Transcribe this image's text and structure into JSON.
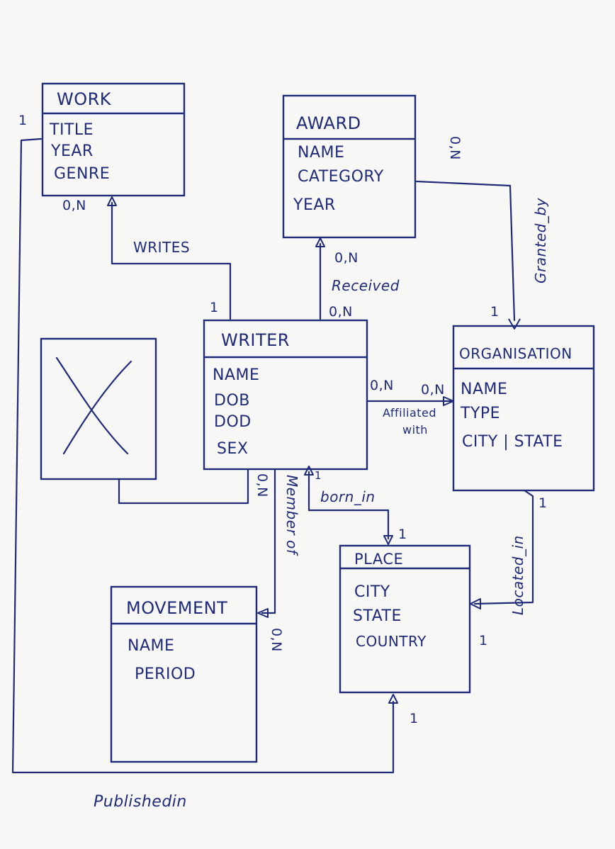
{
  "colors": {
    "ink": "#1f2a78",
    "paper": "#f7f7f5"
  },
  "entities": {
    "work": {
      "title": "WORK",
      "attributes": [
        "TITLE",
        "YEAR",
        "GENRE"
      ]
    },
    "award": {
      "title": "AWARD",
      "attributes": [
        "NAME",
        "CATEGORY",
        "YEAR"
      ]
    },
    "writer": {
      "title": "WRITER",
      "attributes": [
        "NAME",
        "DOB",
        "DOD",
        "SEX"
      ]
    },
    "organisation": {
      "title": "ORGANISATION",
      "attributes": [
        "NAME",
        "TYPE",
        "CITY | STATE"
      ]
    },
    "place": {
      "title": "PLACE",
      "attributes": [
        "CITY",
        "STATE",
        "COUNTRY"
      ]
    },
    "movement": {
      "title": "MOVEMENT",
      "attributes": [
        "NAME",
        "PERIOD"
      ]
    }
  },
  "relationships": {
    "writes": {
      "label": "WRITES",
      "card_work": "0,N",
      "card_writer": "1"
    },
    "received": {
      "label": "Received",
      "card_award": "0,N",
      "card_writer": "0,N"
    },
    "granted_by": {
      "label": "Granted_by",
      "card_award": "0,N",
      "card_org": "1"
    },
    "affiliated": {
      "label_line1": "Affiliated",
      "label_line2": "with",
      "card_writer": "0,N",
      "card_org": "0,N"
    },
    "born_in": {
      "label": "born_in",
      "card_writer": "1",
      "card_place": "1"
    },
    "located_in": {
      "label": "Located_in",
      "card_org": "1",
      "card_place": "1"
    },
    "member_of": {
      "label": "Member of",
      "card_writer": "0,N",
      "card_movement": "0,N"
    },
    "published_in": {
      "label": "Publishedin",
      "card_work": "1",
      "card_place": "1"
    }
  }
}
